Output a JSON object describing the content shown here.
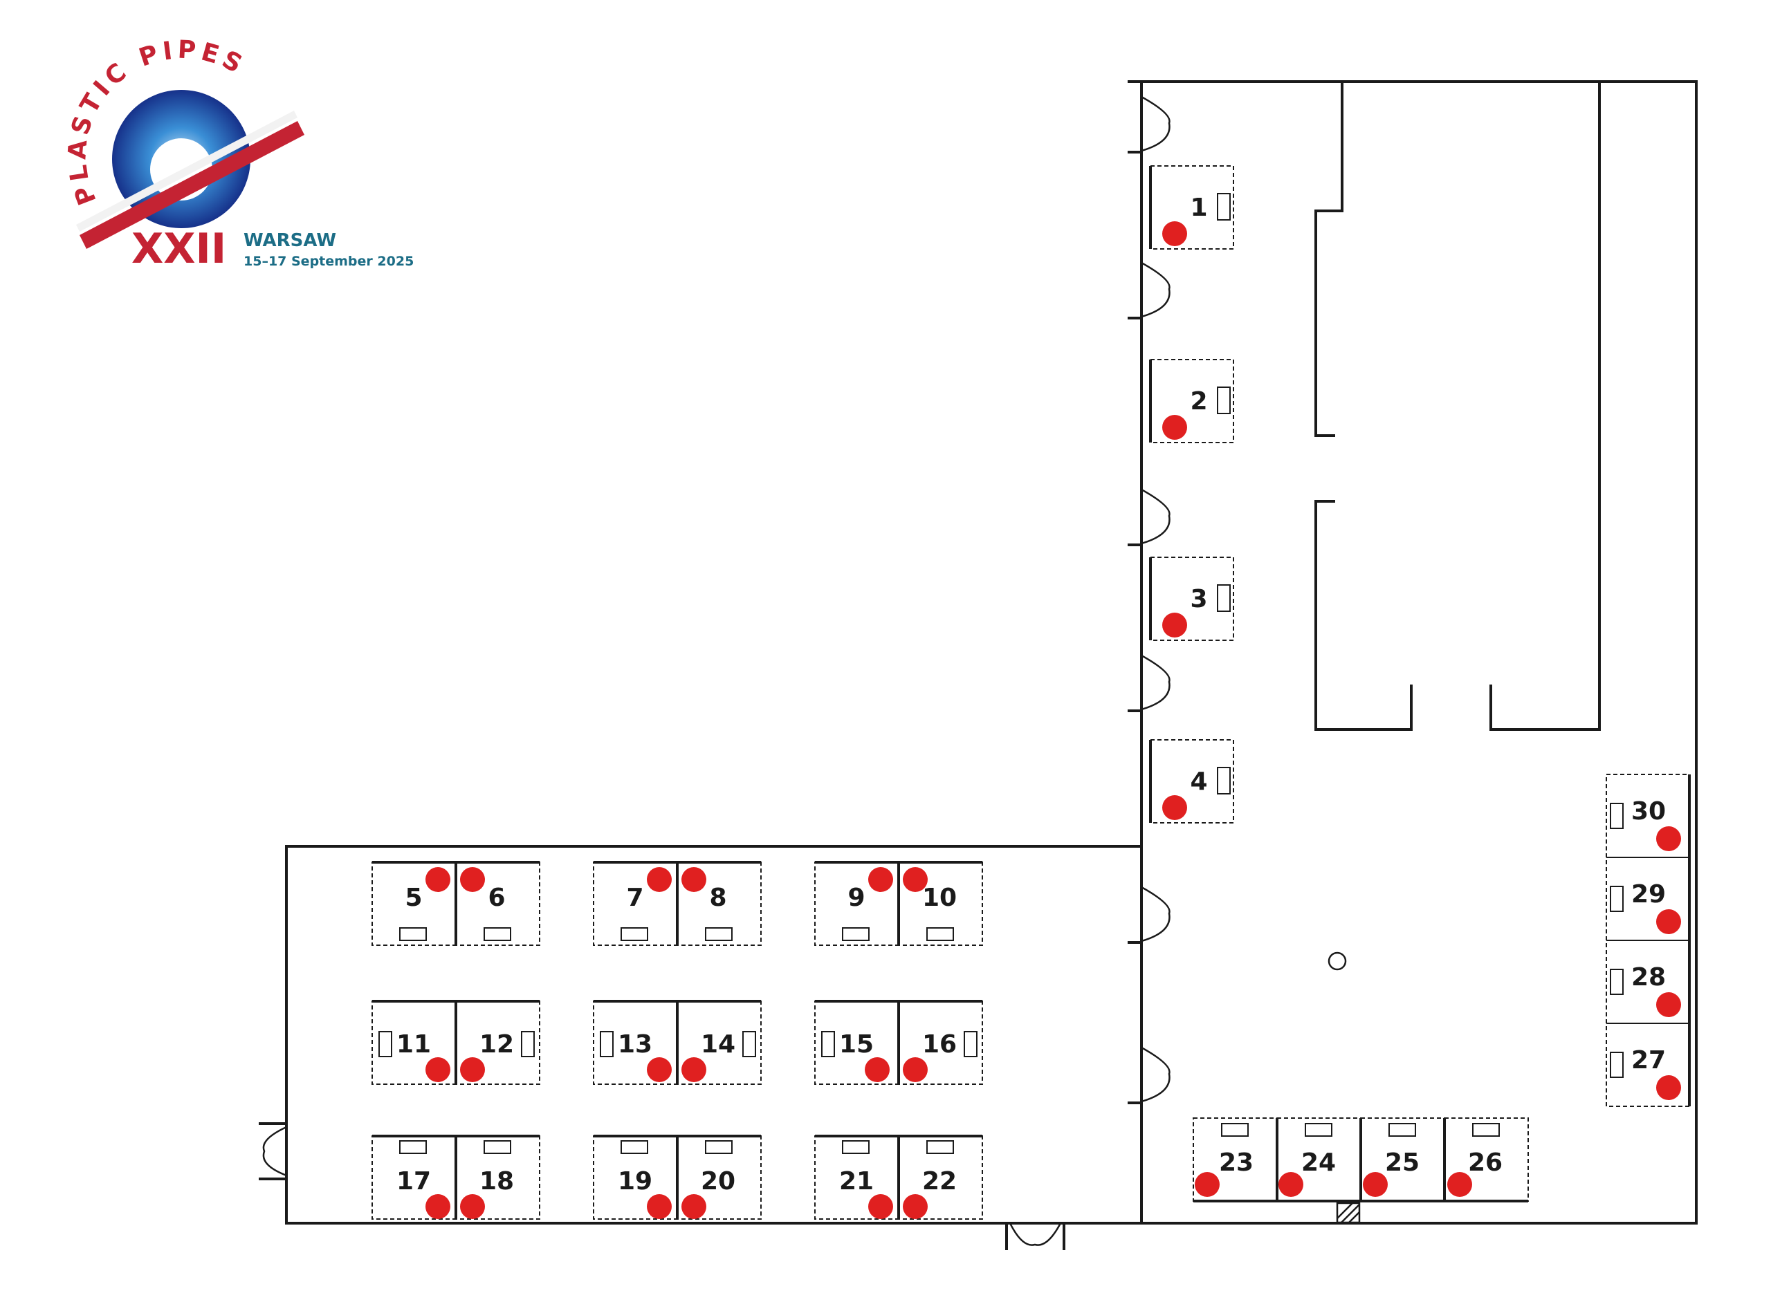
{
  "logo": {
    "arc_text": "PLASTIC PIPES",
    "edition": "XXII",
    "city": "WARSAW",
    "dates": "15–17 September 2025",
    "colors": {
      "red": "#c42333",
      "blue": "#1e3e9b",
      "teal": "#1c6d86"
    }
  },
  "map": {
    "dot_color": "#e02020",
    "booths": [
      {
        "label": "1"
      },
      {
        "label": "2"
      },
      {
        "label": "3"
      },
      {
        "label": "4"
      },
      {
        "label": "5"
      },
      {
        "label": "6"
      },
      {
        "label": "7"
      },
      {
        "label": "8"
      },
      {
        "label": "9"
      },
      {
        "label": "10"
      },
      {
        "label": "11"
      },
      {
        "label": "12"
      },
      {
        "label": "13"
      },
      {
        "label": "14"
      },
      {
        "label": "15"
      },
      {
        "label": "16"
      },
      {
        "label": "17"
      },
      {
        "label": "18"
      },
      {
        "label": "19"
      },
      {
        "label": "20"
      },
      {
        "label": "21"
      },
      {
        "label": "22"
      },
      {
        "label": "23"
      },
      {
        "label": "24"
      },
      {
        "label": "25"
      },
      {
        "label": "26"
      },
      {
        "label": "27"
      },
      {
        "label": "28"
      },
      {
        "label": "29"
      },
      {
        "label": "30"
      }
    ]
  }
}
